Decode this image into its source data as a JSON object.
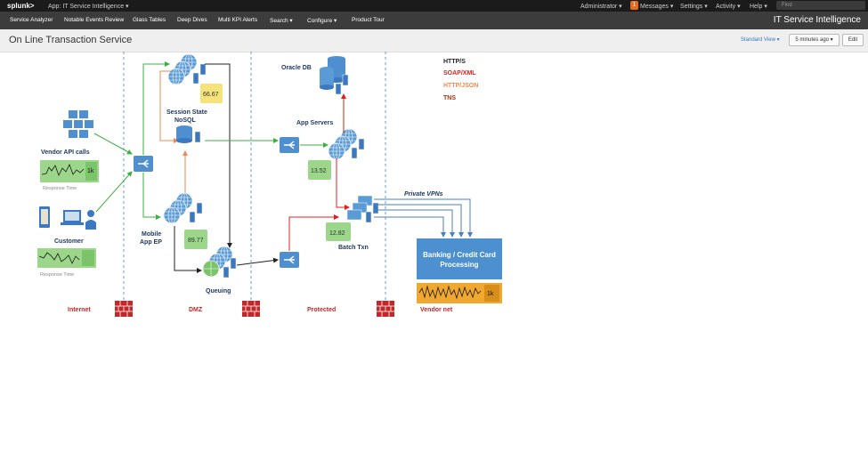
{
  "topbar": {
    "logo": "splunk>",
    "app": "App: IT Service Intelligence ▾",
    "admin": "Administrator ▾",
    "messages_count": "1",
    "messages": "Messages ▾",
    "settings": "Settings ▾",
    "activity": "Activity ▾",
    "help": "Help ▾",
    "find_placeholder": "Find"
  },
  "nav": {
    "items": [
      "Service Analyzer",
      "Notable Events Review",
      "Glass Tables",
      "Deep Dives",
      "Multi KPI Alerts",
      "Search ▾",
      "Configure ▾",
      "Product Tour"
    ],
    "brand": "IT Service Intelligence"
  },
  "page": {
    "title": "On Line Transaction Service",
    "standard_view": "Standard View ▾",
    "time_range": "5 minutes ago ▾",
    "edit": "Edit"
  },
  "diagram": {
    "zones": [
      "Internet",
      "DMZ",
      "Protected",
      "Vendor net"
    ],
    "labels": {
      "vendor_api": "Vendor API calls",
      "response_time_1": "Response Time",
      "customer": "Customer",
      "response_time_2": "Response Time",
      "session_state_1": "Session State",
      "session_state_2": "NoSQL",
      "mobile_1": "Mobile",
      "mobile_2": "App EP",
      "queuing": "Queuing",
      "oracle": "Oracle DB",
      "app_servers": "App Servers",
      "batch": "Batch Txn",
      "private_vpns": "Private VPNs",
      "banking_1": "Banking / Credit Card",
      "banking_2": "Processing"
    },
    "kpis": {
      "session": "66.67",
      "mobile": "89.77",
      "app_servers": "13.52",
      "batch": "12.82",
      "vendor_spark": "1k",
      "banking_spark": "1k"
    },
    "legend": [
      {
        "label": "HTTP/S",
        "color": "#222222"
      },
      {
        "label": "SOAP/XML",
        "color": "#e02020"
      },
      {
        "label": "HTTP/JSON",
        "color": "#f08a4b"
      },
      {
        "label": "TNS",
        "color": "#b03010"
      }
    ],
    "colors": {
      "green_line": "#3cb043",
      "orange_line": "#f08a4b",
      "red_line": "#e02020",
      "blue_line": "#4a7fc0",
      "kpi_green": "#9bd68a",
      "kpi_yellow": "#f5e27a",
      "banking_box": "#4d90d0",
      "banking_spark": "#f0a830",
      "firewall": "#c0282a",
      "zone_divider": "#6a9bd8"
    }
  }
}
